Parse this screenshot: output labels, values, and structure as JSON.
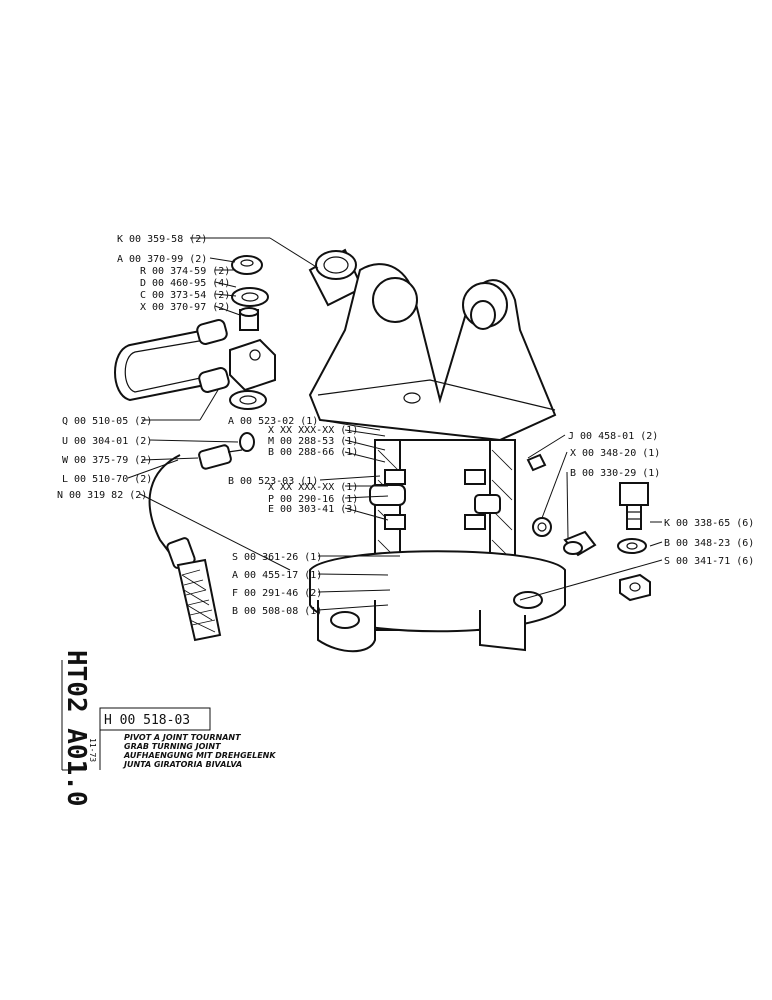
{
  "doc": {
    "side_code": "HT02 A01.0",
    "date": "11-73",
    "part_number": "H 00 518-03",
    "titles": [
      "PIVOT A JOINT TOURNANT",
      "GRAB TURNING JOINT",
      "AUFHAENGUNG MIT DREHGELENK",
      "JUNTA GIRATORIA BIVALVA"
    ]
  },
  "callouts": [
    "K 00 359-58 (2)",
    "A 00 370-99 (2)",
    "R 00 374-59 (2)",
    "D 00 460-95 (4)",
    "C 00 373-54 (2)",
    "X 00 370-97 (2)",
    "Q 00 510-05 (2)",
    "U 00 304-01 (2)",
    "W 00 375-79 (2)",
    "L 00 510-70 (2)",
    "N 00 319  82 (2)",
    "A 00 523-02 (1)",
    "X XX XXX-XX (1)",
    "M 00 288-53 (1)",
    "B 00 288-66 (1)",
    "B 00 523-03 (1)",
    "X XX XXX-XX (1)",
    "P 00 290-16 (1)",
    "E 00 303-41 (3)",
    "S 00 361-26 (1)",
    "A 00 455-17 (1)",
    "F 00 291-46 (2)",
    "B 00 508-08 (1)",
    "J 00 458-01 (2)",
    "X 00 348-20 (1)",
    "B 00 330-29 (1)",
    "K 00 338-65 (6)",
    "B 00 348-23 (6)",
    "S 00 341-71 (6)"
  ]
}
